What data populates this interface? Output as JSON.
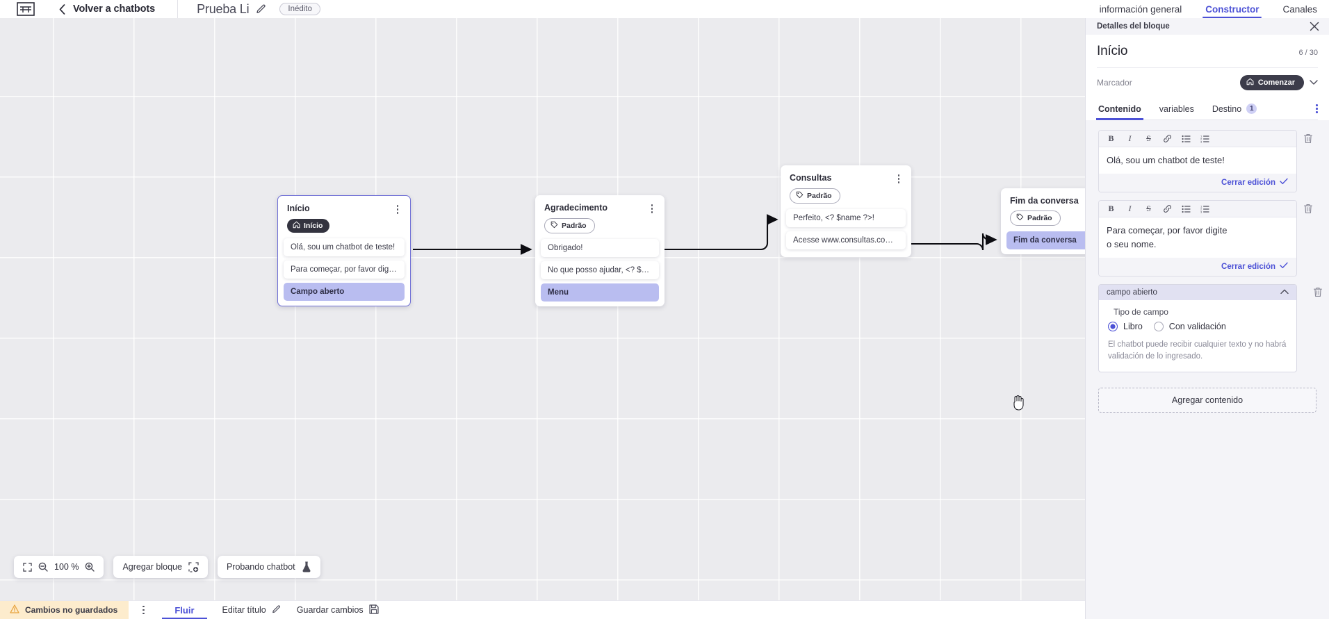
{
  "topbar": {
    "logo_icon": "brand-logo-icon",
    "back_icon": "chevron-left-icon",
    "back_label": "Volver a chatbots",
    "bot_title": "Prueba Li",
    "edit_icon": "pencil-icon",
    "status_badge": "Inédito",
    "tabs": [
      {
        "label": "información general",
        "active": false
      },
      {
        "label": "Constructor",
        "active": true
      },
      {
        "label": "Canales",
        "active": false
      }
    ],
    "accent": "#4c51d6"
  },
  "canvas": {
    "nodes": [
      {
        "title": "Início",
        "tag": "Início",
        "tag_type": "start",
        "tag_icon": "home-icon",
        "selected": true,
        "messages": [
          {
            "text": "Olá, sou um chatbot de teste!",
            "type": "message"
          },
          {
            "text": "Para começar, por favor digite o ...",
            "type": "message"
          },
          {
            "text": "Campo aberto",
            "type": "action"
          }
        ]
      },
      {
        "title": "Agradecimento",
        "tag": "Padrão",
        "tag_type": "default",
        "tag_icon": "tag-icon",
        "selected": false,
        "messages": [
          {
            "text": "Obrigado!",
            "type": "message"
          },
          {
            "text": "No que posso ajudar, <? $name ...",
            "type": "message"
          },
          {
            "text": "Menu",
            "type": "action"
          }
        ]
      },
      {
        "title": "Consultas",
        "tag": "Padrão",
        "tag_type": "default",
        "tag_icon": "tag-icon",
        "selected": false,
        "messages": [
          {
            "text": "Perfeito, <? $name ?>!",
            "type": "message"
          },
          {
            "text": "Acesse www.consultas.com par...",
            "type": "message"
          }
        ]
      },
      {
        "title": "Fim da conversa",
        "tag": "Padrão",
        "tag_type": "default",
        "tag_icon": "tag-icon",
        "selected": false,
        "messages": [
          {
            "text": "Fim da conversa",
            "type": "action"
          }
        ]
      }
    ]
  },
  "float_tools": {
    "fit_icon": "fit-screen-icon",
    "zoom_out_icon": "zoom-out-icon",
    "zoom_level": "100 %",
    "zoom_in_icon": "zoom-in-icon",
    "add_block_label": "Agregar bloque",
    "add_block_icon": "add-block-icon",
    "test_label": "Probando chatbot",
    "test_icon": "flask-icon"
  },
  "statusbar": {
    "warning_icon": "warning-triangle-icon",
    "unsaved_label": "Cambios no guardados",
    "kebab_icon": "kebab-menu-icon",
    "flow_tab": "Fluir",
    "edit_title_label": "Editar título",
    "edit_title_icon": "pencil-icon",
    "save_label": "Guardar cambios",
    "save_icon": "floppy-disk-icon"
  },
  "panel": {
    "header_title": "Detalles del bloque",
    "close_icon": "close-icon",
    "block_title": "Início",
    "char_count": "6 / 30",
    "marker_label": "Marcador",
    "marker_chip": "Comenzar",
    "marker_chip_icon": "home-icon",
    "marker_chevron_icon": "chevron-down-icon",
    "tabs": [
      {
        "label": "Contenido",
        "active": true,
        "badge": ""
      },
      {
        "label": "variables",
        "active": false,
        "badge": ""
      },
      {
        "label": "Destino",
        "active": false,
        "badge": "1"
      }
    ],
    "tabs_kebab_icon": "kebab-menu-icon",
    "toolbar_buttons": [
      {
        "icon": "bold-icon",
        "glyph": "B"
      },
      {
        "icon": "italic-icon",
        "glyph": "I"
      },
      {
        "icon": "strikethrough-icon",
        "glyph": "S"
      },
      {
        "icon": "link-icon",
        "glyph": "🔗"
      },
      {
        "icon": "bullet-list-icon",
        "glyph": "≔"
      },
      {
        "icon": "numbered-list-icon",
        "glyph": "≕"
      }
    ],
    "editors": [
      {
        "text": "Olá, sou um chatbot de teste!",
        "close_label": "Cerrar edición",
        "check_icon": "check-icon",
        "delete_icon": "trash-icon"
      },
      {
        "text": "Para começar, por favor digite o seu nome.",
        "close_label": "Cerrar edición",
        "check_icon": "check-icon",
        "delete_icon": "trash-icon"
      }
    ],
    "field_block": {
      "header": "campo abierto",
      "collapse_icon": "chevron-up-icon",
      "delete_icon": "trash-icon",
      "type_label": "Tipo de campo",
      "options": [
        {
          "label": "Libro",
          "selected": true
        },
        {
          "label": "Con validación",
          "selected": false
        }
      ],
      "hint": "El chatbot puede recibir cualquier texto y no habrá validación de lo ingresado."
    },
    "add_content_label": "Agregar contenido"
  }
}
